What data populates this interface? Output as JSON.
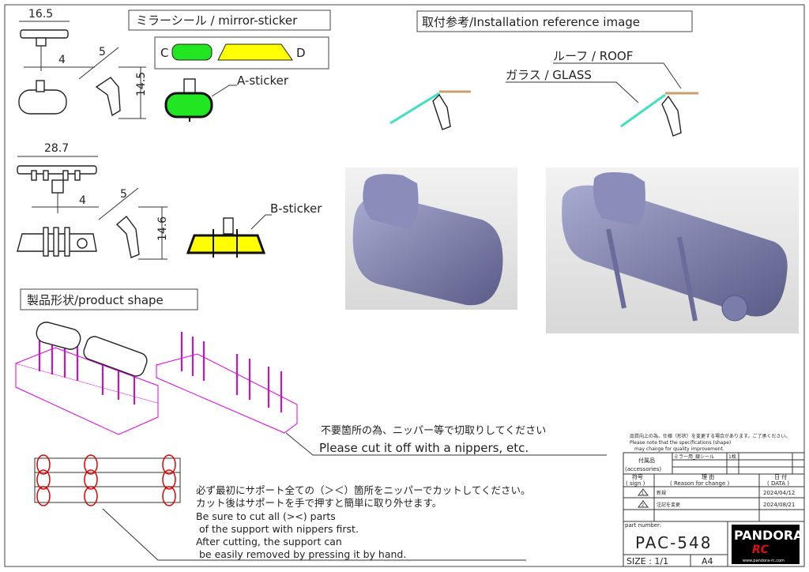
{
  "dimensions_a": {
    "width": "16.5",
    "offset": "4",
    "angle": "5",
    "height": "14.5"
  },
  "dimensions_b": {
    "width": "28.7",
    "offset": "4",
    "angle": "5",
    "height": "14.6"
  },
  "mirror_sticker": {
    "title": "ミラーシール / mirror-sticker",
    "left_label": "C",
    "right_label": "D",
    "colors": {
      "green": "#22e622",
      "yellow": "#ffff00"
    }
  },
  "a_sticker": "A-sticker",
  "b_sticker": "B-sticker",
  "installation": {
    "title": "取付参考/Installation reference image",
    "roof": "ルーフ / ROOF",
    "glass": "ガラス / GLASS",
    "colors": {
      "roof": "#c8a070",
      "glass": "#40e0c0"
    }
  },
  "product_shape": {
    "title": "製品形状/product shape",
    "color": "#e000e0"
  },
  "notes": {
    "cut_jp": "不要箇所の為、ニッパー等で切取りしてください",
    "cut_en": "Please cut it off with a nippers, etc.",
    "support_jp_1": "必ず最初にサポート全ての（＞＜）箇所をニッパーでカットしてください。",
    "support_jp_2": "カット後はサポートを手で押すと簡単に取り外せます。",
    "support_en_1": "Be sure to cut all (><) parts",
    "support_en_2": " of the support with nippers first.",
    "support_en_3": "After cutting, the support can",
    "support_en_4": " be easily removed by pressing it by hand."
  },
  "title_block": {
    "notice_jp": "品質向上の為、仕様（形状）を変更する場合があります。ご了承ください。",
    "notice_en_1": "Please note that the specifications (shape)",
    "notice_en_2": "may change for quality improvement.",
    "accessories_jp": "付属品",
    "accessories_en": "(accessories)",
    "accessory_item": "ミラー用_銀シール",
    "accessory_qty": "1枚",
    "sign_jp": "符号",
    "sign_en": "( sign )",
    "reason_jp": "理 由",
    "reason_en": "( Reason for change )",
    "date_jp": "日 付",
    "date_en": "( DATA )",
    "revisions": [
      {
        "sign": "1",
        "reason": "新規",
        "date": "2024/04/12"
      },
      {
        "sign": "2",
        "reason": "注記を変更",
        "date": "2024/08/21"
      }
    ],
    "part_number_label": "part number:",
    "part_number": "PAC-548",
    "size": "SIZE : 1/1",
    "paper": "A4",
    "logo_text": "PANDORA",
    "logo_sub": "RC",
    "logo_url": "www.pandora-rc.com"
  }
}
